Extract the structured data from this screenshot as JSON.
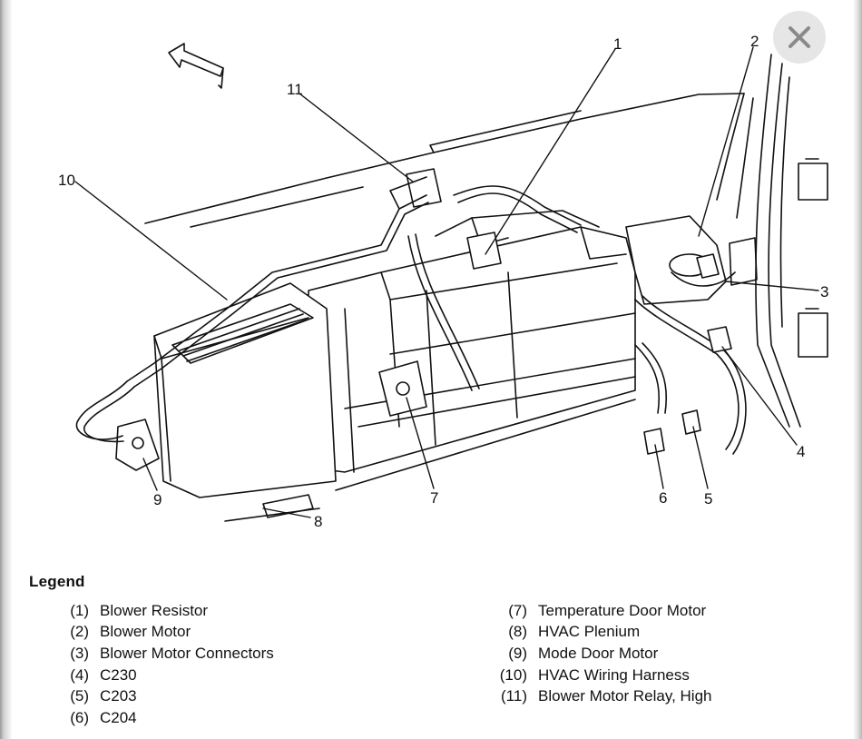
{
  "diagram": {
    "callouts": [
      "1",
      "2",
      "3",
      "4",
      "5",
      "6",
      "7",
      "8",
      "9",
      "10",
      "11"
    ]
  },
  "close_button": {
    "icon": "close-icon"
  },
  "legend": {
    "title": "Legend",
    "items": [
      {
        "num": "(1)",
        "label": "Blower Resistor"
      },
      {
        "num": "(2)",
        "label": "Blower Motor"
      },
      {
        "num": "(3)",
        "label": "Blower Motor Connectors"
      },
      {
        "num": "(4)",
        "label": "C230"
      },
      {
        "num": "(5)",
        "label": "C203"
      },
      {
        "num": "(6)",
        "label": "C204"
      },
      {
        "num": "(7)",
        "label": "Temperature Door Motor"
      },
      {
        "num": "(8)",
        "label": "HVAC Plenium"
      },
      {
        "num": "(9)",
        "label": "Mode Door Motor"
      },
      {
        "num": "(10)",
        "label": "HVAC Wiring Harness"
      },
      {
        "num": "(11)",
        "label": "Blower Motor Relay, High"
      }
    ]
  }
}
